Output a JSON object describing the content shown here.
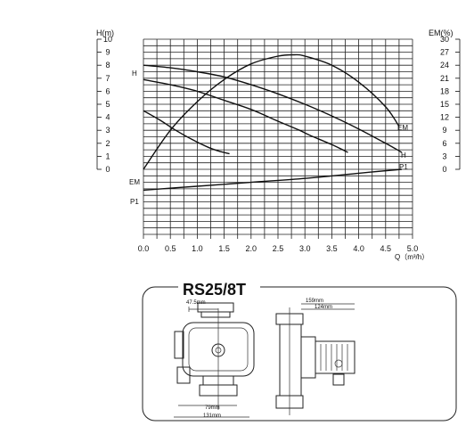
{
  "chart_data": {
    "type": "line",
    "title": "",
    "xlabel": "Q（m³/h）",
    "ylabel_left": "H(m)",
    "ylabel_right": "EM(%)",
    "xlim": [
      0,
      5
    ],
    "ylim_left": [
      0,
      10
    ],
    "ylim_right": [
      0,
      30
    ],
    "x_ticks": [
      "0.0",
      "0.5",
      "1.0",
      "1.5",
      "2.0",
      "2.5",
      "3.0",
      "3.5",
      "4.0",
      "4.5",
      "5.0"
    ],
    "y_left_ticks": [
      "0",
      "1",
      "2",
      "3",
      "4",
      "5",
      "6",
      "7",
      "8",
      "9",
      "10"
    ],
    "y_right_ticks": [
      "0",
      "3",
      "6",
      "9",
      "12",
      "15",
      "18",
      "21",
      "24",
      "27",
      "30"
    ],
    "grid": true,
    "series": [
      {
        "name": "H",
        "axis": "left",
        "x": [
          0,
          0.5,
          1.0,
          1.5,
          2.0,
          2.5,
          3.0,
          3.5,
          4.0,
          4.5,
          4.8
        ],
        "values": [
          8.0,
          7.8,
          7.5,
          7.1,
          6.5,
          5.8,
          5.0,
          4.1,
          3.1,
          2.0,
          1.3
        ]
      },
      {
        "name": "",
        "axis": "left",
        "x": [
          0,
          0.5,
          1.0,
          1.5,
          2.0,
          2.5,
          2.9,
          3.1,
          3.5,
          3.8
        ],
        "values": [
          6.9,
          6.5,
          6.0,
          5.3,
          4.6,
          3.7,
          3.0,
          2.6,
          1.9,
          1.3
        ]
      },
      {
        "name": "",
        "axis": "left",
        "x": [
          0,
          0.3,
          0.6,
          0.9,
          1.2,
          1.4,
          1.6
        ],
        "values": [
          4.5,
          3.8,
          3.0,
          2.3,
          1.7,
          1.4,
          1.2
        ]
      },
      {
        "name": "EM",
        "axis": "right",
        "x": [
          0.0,
          0.5,
          1.0,
          1.5,
          2.0,
          2.5,
          2.8,
          3.0,
          3.5,
          4.0,
          4.5,
          4.75
        ],
        "values": [
          0,
          9,
          15.6,
          20.7,
          24.3,
          26.1,
          26.4,
          26.1,
          24.0,
          20.1,
          14.4,
          9.9
        ]
      },
      {
        "name": "P1",
        "axis": "left",
        "x": [
          0,
          1,
          2,
          3,
          4,
          4.8
        ],
        "values": [
          -1.6,
          -1.3,
          -1.0,
          -0.7,
          -0.3,
          0
        ]
      }
    ],
    "curve_labels": {
      "h_left": "H",
      "em_left": "EM",
      "p1_left": "P1",
      "em_right": "EM",
      "h_right": "H",
      "p1_right": "P1"
    }
  },
  "drawing": {
    "model": "RS25/8T",
    "dims": {
      "d1": "47.5mm",
      "d2": "159mm",
      "d3": "124mm",
      "d4": "79mm",
      "d5": "131mm"
    }
  }
}
